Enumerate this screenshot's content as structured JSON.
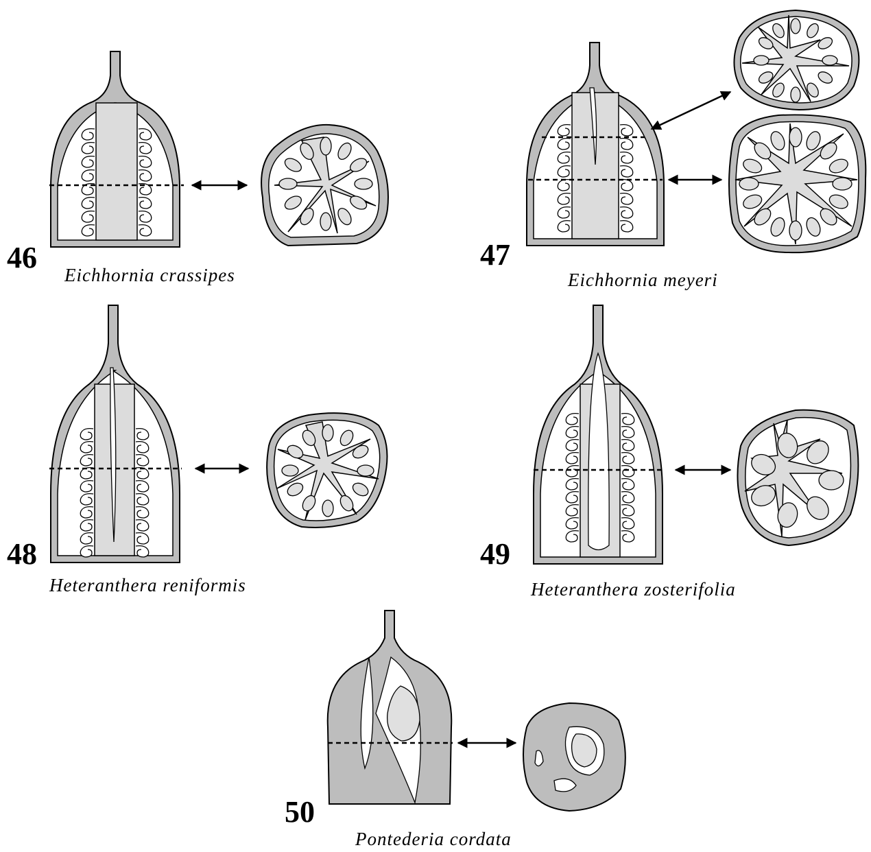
{
  "figures": [
    {
      "number": "46",
      "species": "Eichhornia crassipes"
    },
    {
      "number": "47",
      "species": "Eichhornia meyeri"
    },
    {
      "number": "48",
      "species": "Heteranthera reniformis"
    },
    {
      "number": "49",
      "species": "Heteranthera zosterifolia"
    },
    {
      "number": "50",
      "species": "Pontederia cordata"
    }
  ],
  "colors": {
    "wall": "#bdbdbd",
    "septum": "#dcdcdc",
    "line": "#000000",
    "background": "#ffffff"
  }
}
